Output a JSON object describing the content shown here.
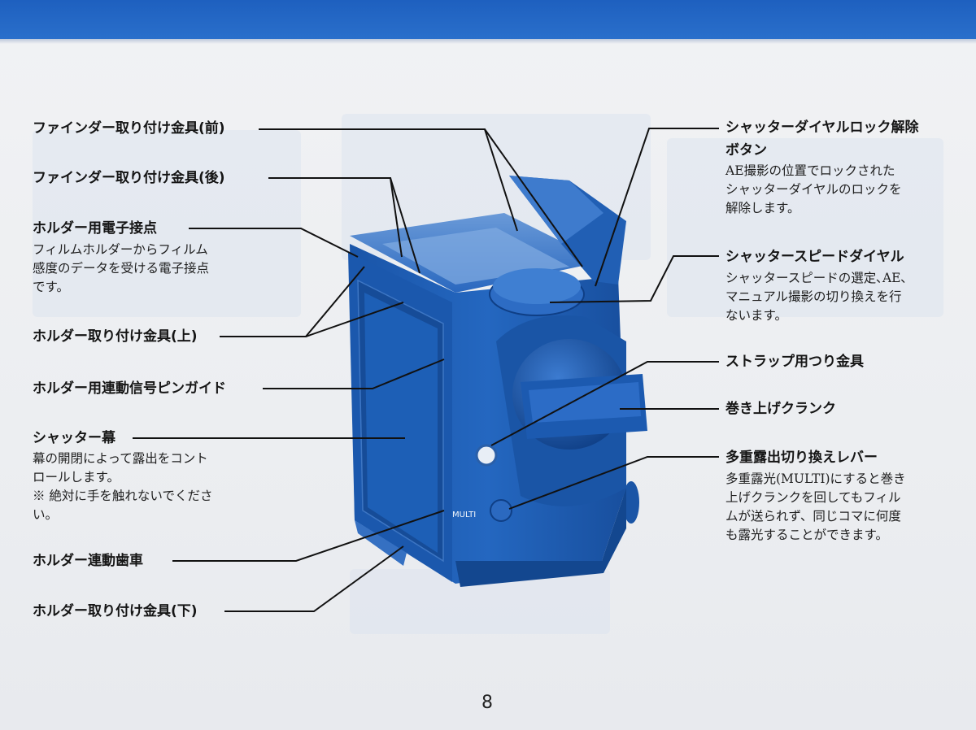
{
  "page_number": "8",
  "left_callouts": [
    {
      "id": "finder-mount-front",
      "title": "ファインダー取り付け金具(前)",
      "desc": []
    },
    {
      "id": "finder-mount-rear",
      "title": "ファインダー取り付け金具(後)",
      "desc": []
    },
    {
      "id": "holder-contacts",
      "title": "ホルダー用電子接点",
      "desc": [
        "フィルムホルダーからフィルム",
        "感度のデータを受ける電子接点",
        "です。"
      ]
    },
    {
      "id": "holder-mount-top",
      "title": "ホルダー取り付け金具(上)",
      "desc": []
    },
    {
      "id": "holder-pin-guide",
      "title": "ホルダー用連動信号ピンガイド",
      "desc": []
    },
    {
      "id": "shutter-curtain",
      "title": "シャッター幕",
      "desc": [
        "幕の開閉によって露出をコント",
        "ロールします。",
        "※ 絶対に手を触れないでくださ",
        "い。"
      ]
    },
    {
      "id": "holder-gear",
      "title": "ホルダー連動歯車",
      "desc": []
    },
    {
      "id": "holder-mount-bottom",
      "title": "ホルダー取り付け金具(下)",
      "desc": []
    }
  ],
  "right_callouts": [
    {
      "id": "dial-lock-release",
      "title_lines": [
        "シャッターダイヤルロック解除",
        "ボタン"
      ],
      "desc": [
        "AE撮影の位置でロックされた",
        "シャッターダイヤルのロックを",
        "解除します。"
      ]
    },
    {
      "id": "shutter-speed-dial",
      "title_lines": [
        "シャッタースピードダイヤル"
      ],
      "desc": [
        "シャッタースピードの選定､AE､",
        "マニュアル撮影の切り換えを行",
        "ないます。"
      ]
    },
    {
      "id": "strap-lug",
      "title_lines": [
        "ストラップ用つり金具"
      ],
      "desc": []
    },
    {
      "id": "winding-crank",
      "title_lines": [
        "巻き上げクランク"
      ],
      "desc": []
    },
    {
      "id": "multi-exposure-lever",
      "title_lines": [
        "多重露出切り換えレバー"
      ],
      "desc": [
        "多重露光(MULTI)にすると巻き",
        "上げクランクを回してもフィル",
        "ムが送られず、同じコマに何度",
        "も露光することができます。"
      ]
    }
  ],
  "camera_marking": "MULTI",
  "colors": {
    "banner": "#2166c6",
    "camera": "#1f5fb5",
    "camera_dark": "#0f3f86",
    "camera_light": "#5f94d8",
    "paper": "#eceef1",
    "ink": "#151515"
  }
}
